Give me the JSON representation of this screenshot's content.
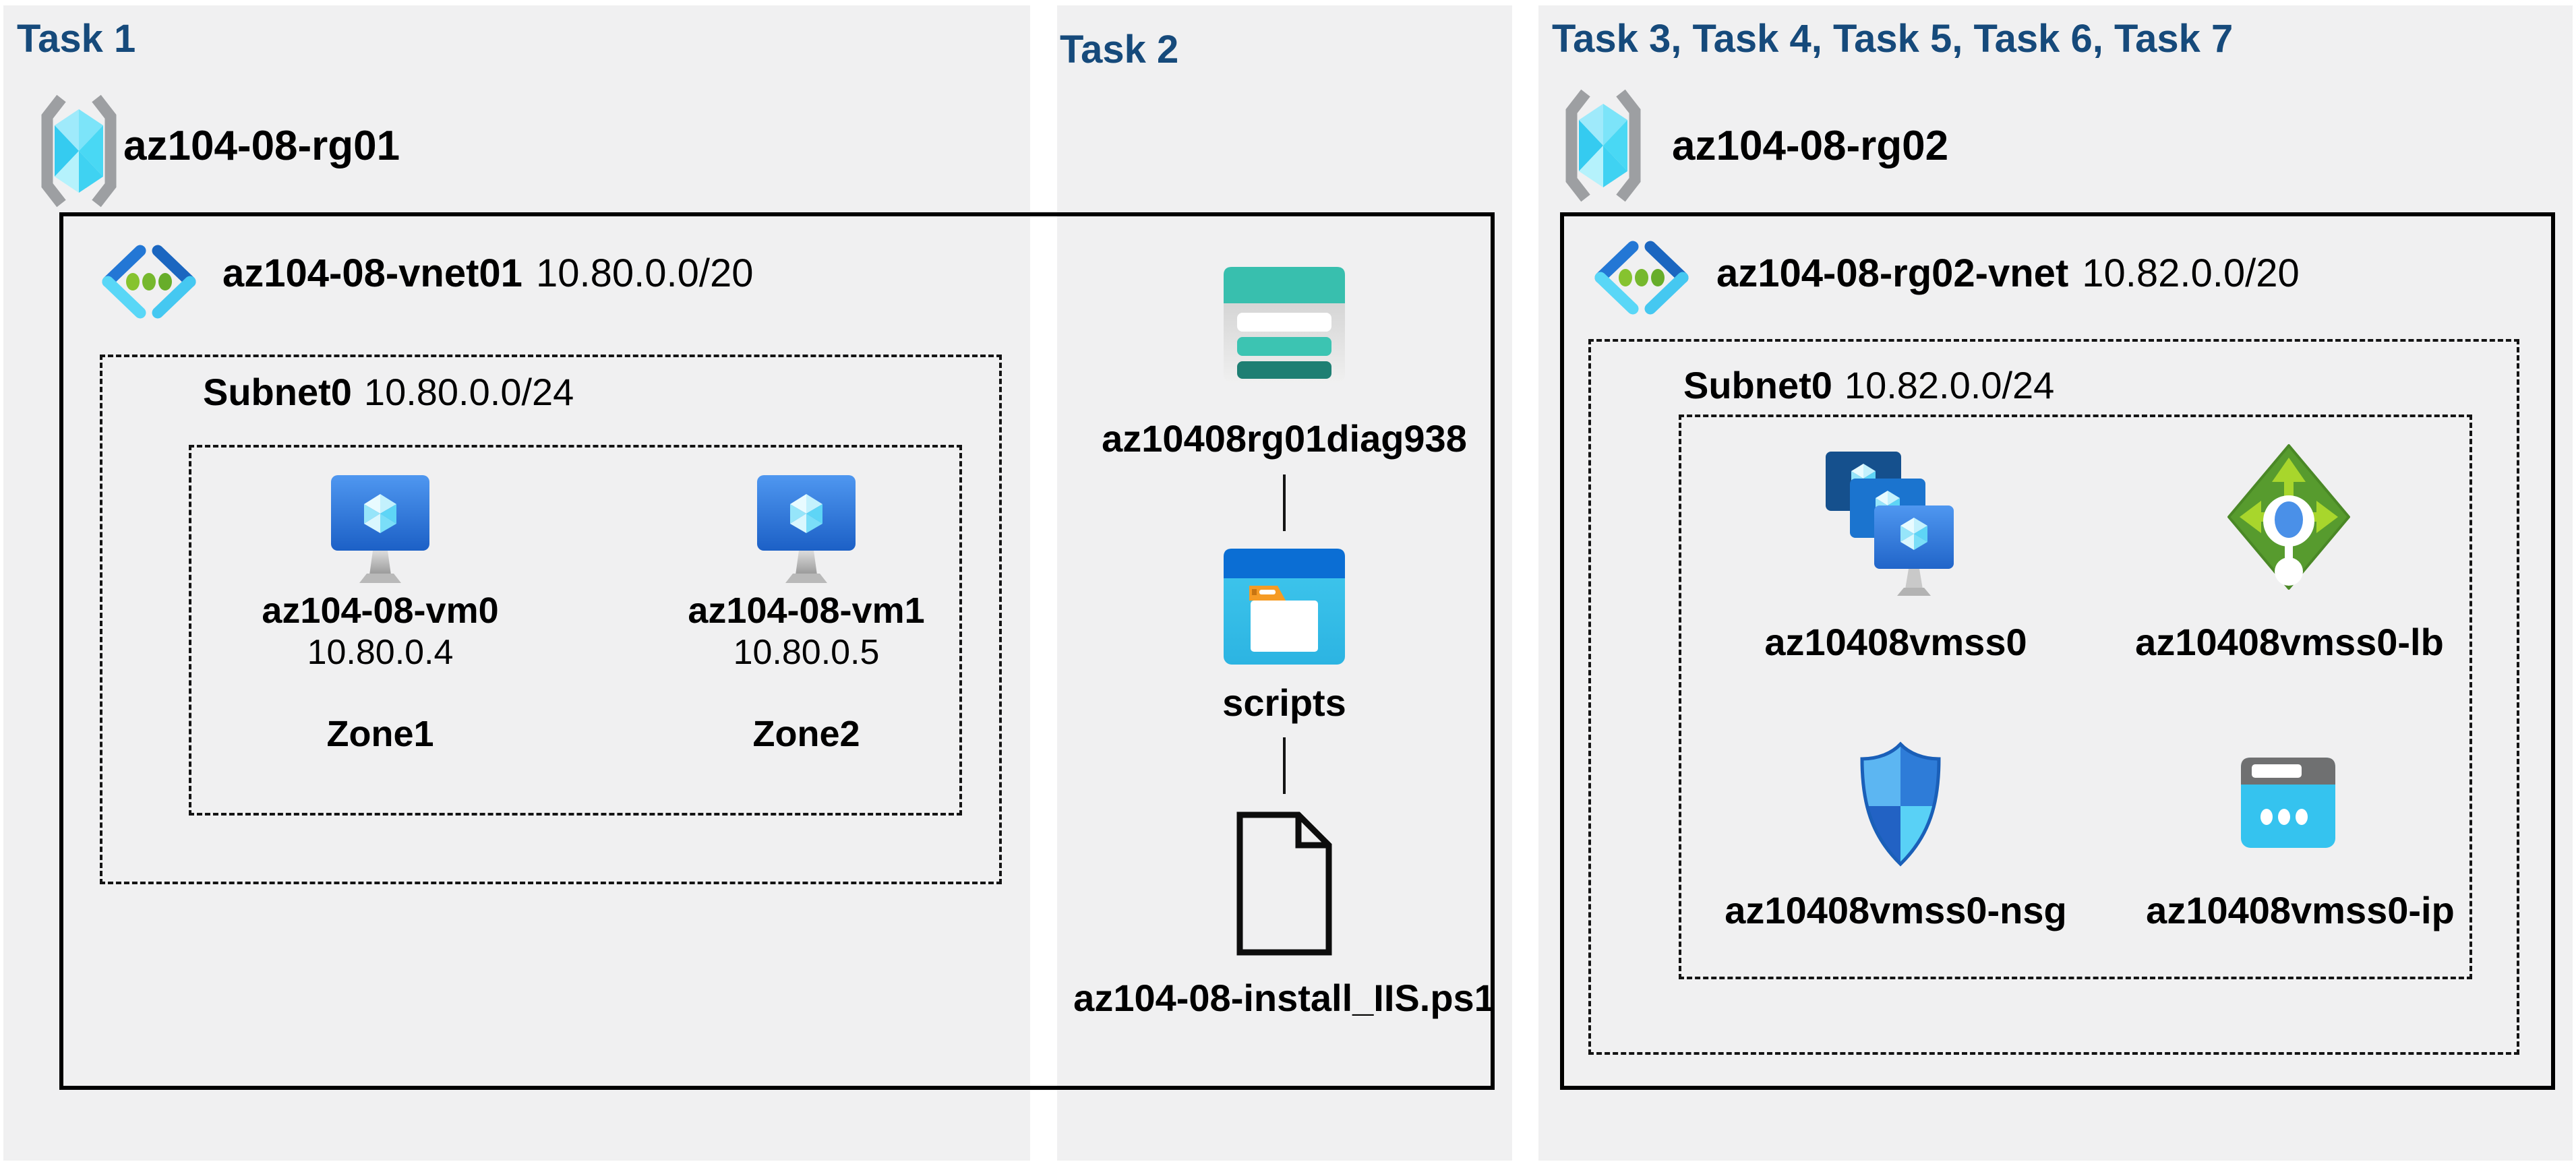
{
  "task1": {
    "title": "Task 1",
    "rg_name": "az104-08-rg01",
    "vnet_name": "az104-08-vnet01",
    "vnet_cidr": "10.80.0.0/20",
    "subnet_name": "Subnet0",
    "subnet_cidr": "10.80.0.0/24",
    "vm0": {
      "name": "az104-08-vm0",
      "ip": "10.80.0.4",
      "zone": "Zone1"
    },
    "vm1": {
      "name": "az104-08-vm1",
      "ip": "10.80.0.5",
      "zone": "Zone2"
    }
  },
  "task2": {
    "title": "Task 2",
    "storage_name": "az10408rg01diag938",
    "container_name": "scripts",
    "file_name": "az104-08-install_IIS.ps1"
  },
  "task3": {
    "title": "Task 3, Task 4, Task 5, Task 6, Task 7",
    "rg_name": "az104-08-rg02",
    "vnet_name": "az104-08-rg02-vnet",
    "vnet_cidr": "10.82.0.0/20",
    "subnet_name": "Subnet0",
    "subnet_cidr": "10.82.0.0/24",
    "vmss_name": "az10408vmss0",
    "lb_name": "az10408vmss0-lb",
    "nsg_name": "az10408vmss0-nsg",
    "pip_name": "az10408vmss0-ip"
  },
  "colors": {
    "title_navy": "#164a7b",
    "panel_bg": "#f0f0f1",
    "box_border": "#000000",
    "storage_teal": "#38bfae",
    "storage_dark_teal": "#1e7f73",
    "container_blue": "#0b6ed4",
    "container_cyan": "#35c1ea",
    "folder_orange": "#f59b25",
    "vm_blue": "#2165c9",
    "vmss_navy": "#15508d",
    "lb_green": "#579b2e",
    "lb_arrow_green": "#a8d62c",
    "nsg_blue": "#2e7cd8",
    "pip_cyan": "#35c3ef",
    "cube_cyan": "#3ecff1",
    "vnet_dot_green": "#76b82d",
    "bracket_gray": "#9d9fa2"
  }
}
